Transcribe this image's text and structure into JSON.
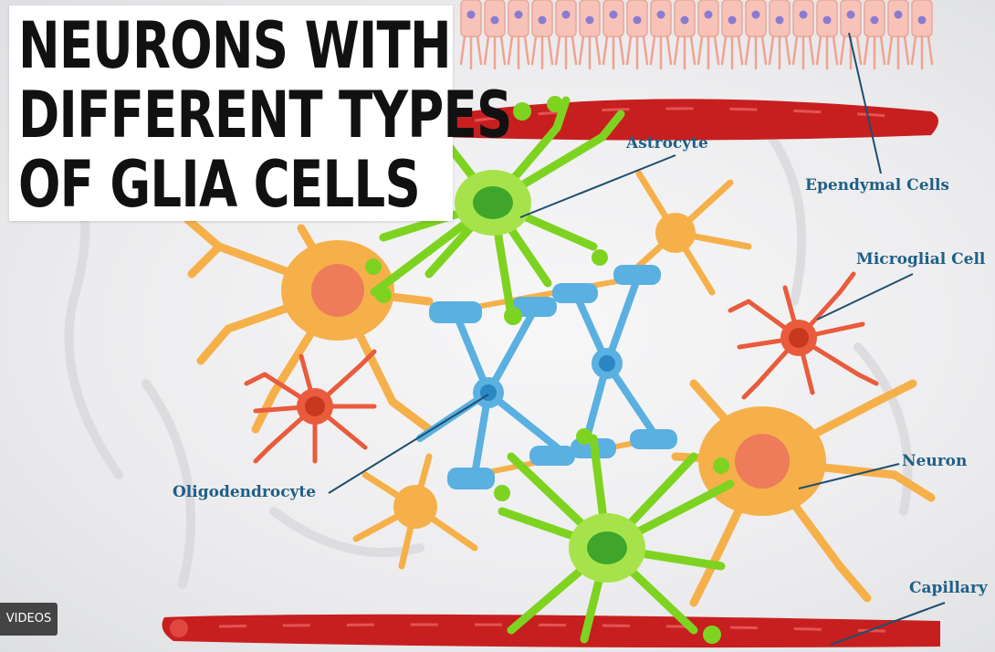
{
  "title_lines": [
    "NEURONS WITH",
    "DIFFERENT TYPES",
    "OF GLIA CELLS"
  ],
  "labels": {
    "astrocyte": "Astrocyte",
    "ependymal": "Ependymal Cells",
    "microglial": "Microglial Cell",
    "oligodendrocyte": "Oligodendrocyte",
    "neuron": "Neuron",
    "capillary": "Capillary"
  },
  "badge": {
    "videos": "VIDEOS"
  },
  "colors": {
    "capillary": "#c71f1f",
    "neuron": "#f6b04a",
    "neuron_nucleus": "#ee7b5a",
    "astrocyte": "#7ed321",
    "astrocyte_nucleus": "#3fa62b",
    "microglia": "#e95b3c",
    "oligodendrocyte": "#5ab0e0",
    "ependymal": "#f7c3b9",
    "label_text": "#1f5f86"
  }
}
